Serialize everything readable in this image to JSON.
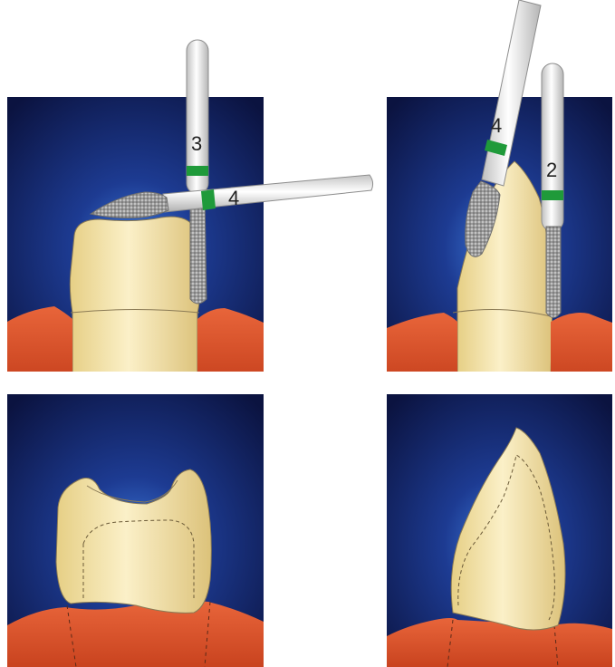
{
  "panels": [
    {
      "id": "top-left",
      "instruments": [
        {
          "label": "3",
          "band": "green"
        },
        {
          "label": "4",
          "band": "green"
        }
      ]
    },
    {
      "id": "top-right",
      "instruments": [
        {
          "label": "4",
          "band": "green"
        },
        {
          "label": "2",
          "band": "green"
        }
      ]
    },
    {
      "id": "bottom-left",
      "instruments": []
    },
    {
      "id": "bottom-right",
      "instruments": []
    }
  ],
  "colors": {
    "background_dark": "#0c1545",
    "background_glow": "#2f63c8",
    "gum": "#d8552c",
    "tooth": "#f1e2a8",
    "bur_band": "#1f9a3a"
  }
}
